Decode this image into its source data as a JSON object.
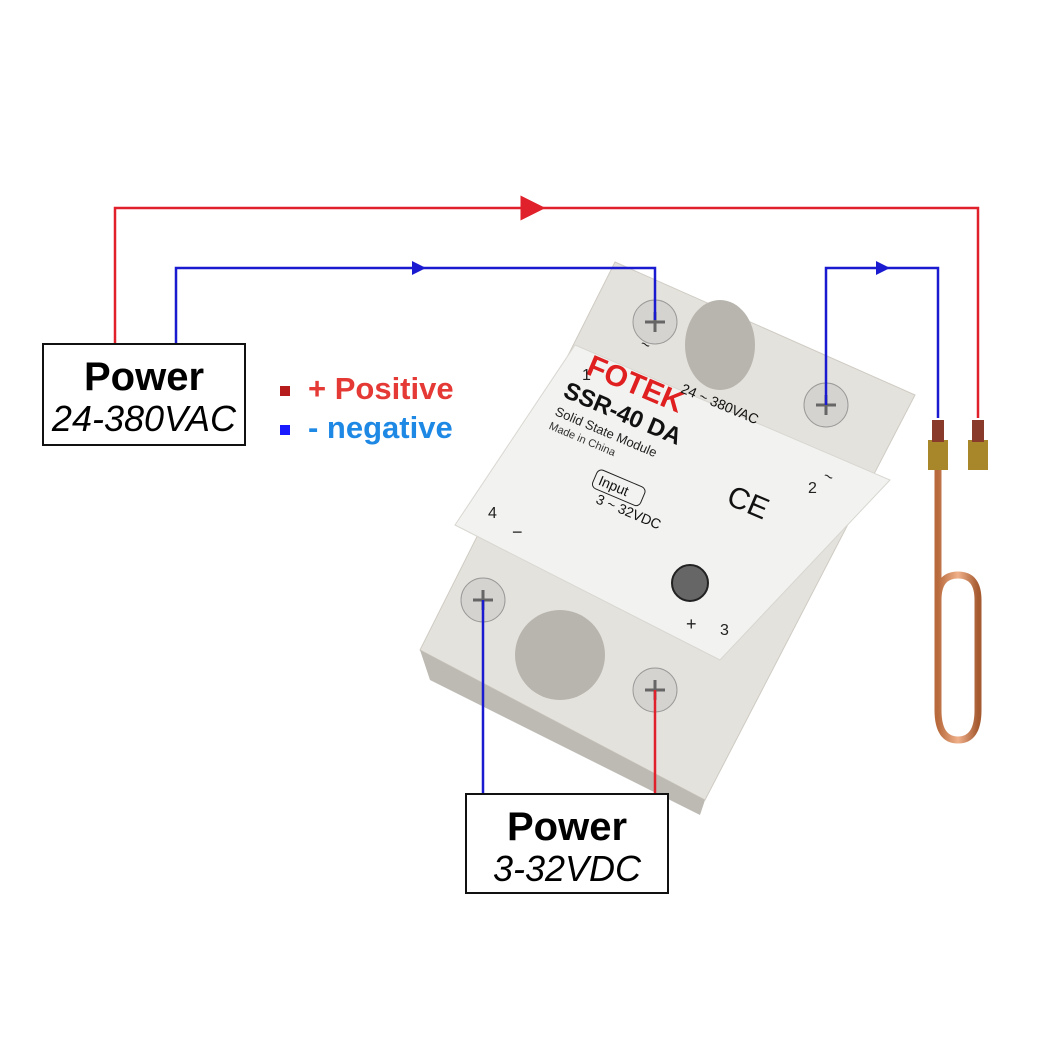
{
  "ac_power": {
    "title": "Power",
    "range": "24-380VAC"
  },
  "dc_power": {
    "title": "Power",
    "range": "3-32VDC"
  },
  "legend": [
    {
      "label": "+ Positive",
      "color": "#e53935",
      "marker_color": "#b71c1c"
    },
    {
      "label": "- negative",
      "color": "#1e88e5",
      "marker_color": "#1a1aff"
    }
  ],
  "wire_colors": {
    "positive": "#e0202a",
    "negative": "#1a1ad0"
  },
  "relay": {
    "brand": "FOTEK",
    "model": "SSR-40 DA",
    "description": "Solid State Module",
    "origin": "Made in China",
    "output_range": "24 ~ 380VAC",
    "input_label": "Input",
    "input_range": "3 ~ 32VDC",
    "certification": "CE",
    "terminals": {
      "t1": "1",
      "t2": "2",
      "t3": "3",
      "t4": "4",
      "ac1": "~",
      "ac2": "~",
      "minus": "−",
      "plus": "+"
    }
  }
}
